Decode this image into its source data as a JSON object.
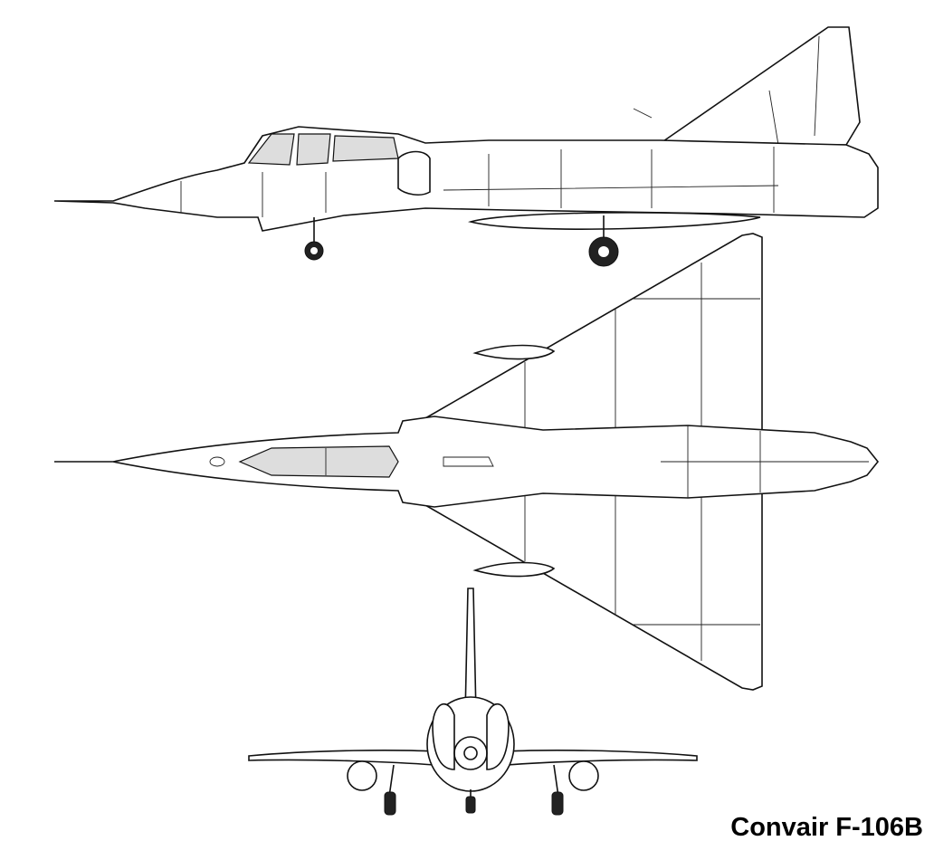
{
  "caption": "Convair F-106B",
  "views": [
    "side",
    "top",
    "front"
  ]
}
